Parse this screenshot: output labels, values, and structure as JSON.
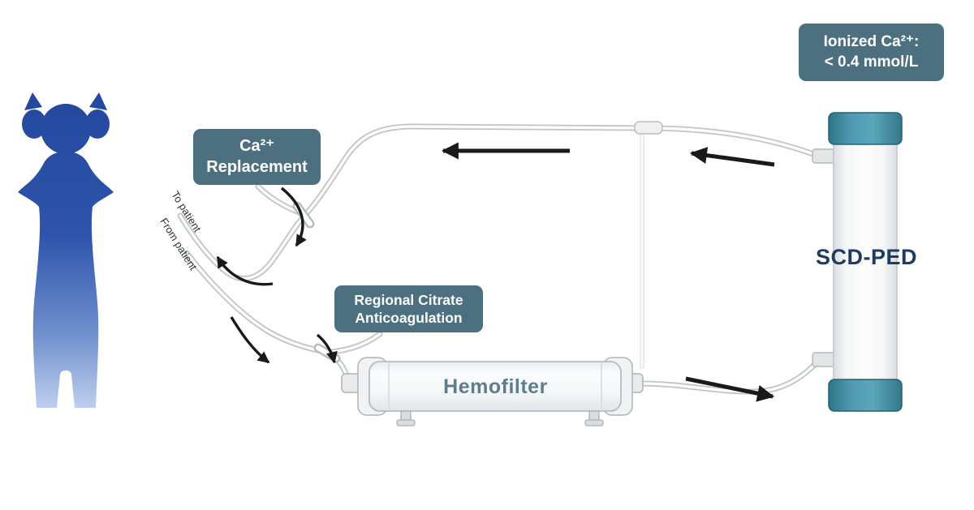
{
  "labels": {
    "ca_replacement_line1": "Ca²⁺",
    "ca_replacement_line2": "Replacement",
    "citrate_line1": "Regional Citrate",
    "citrate_line2": "Anticoagulation",
    "ionized_line1": "Ionized Ca²⁺:",
    "ionized_line2": "< 0.4 mmol/L",
    "scd_ped": "SCD-PED",
    "hemofilter": "Hemofilter",
    "to_patient": "To patient",
    "from_patient": "From patient"
  },
  "colors": {
    "badge_bg": "#4d7080",
    "badge_text": "#ffffff",
    "scd_text": "#1e3c63",
    "hemofilter_text": "#5d7d8f",
    "silhouette_blue": "#2b4fa0",
    "teal_cap": "#3f8ba0",
    "tube_outline": "#c0c5c7",
    "arrow": "#1a1a1a"
  }
}
